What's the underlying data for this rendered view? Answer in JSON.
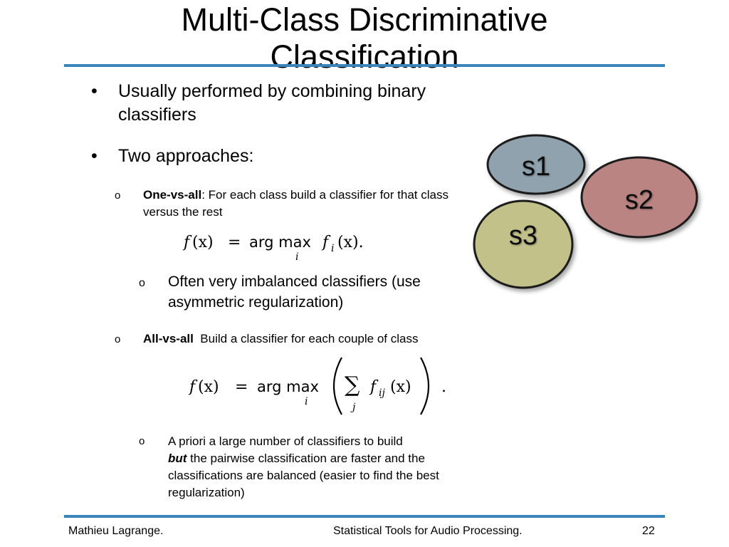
{
  "slide": {
    "title_line1": "Multi-Class Discriminative",
    "title_line2": "Classification"
  },
  "bullets": {
    "mark": "•",
    "sub_mark": "o",
    "b1": "Usually performed by combining binary classifiers",
    "b2": "Two approaches:",
    "ova_bold": "One-vs-all",
    "ova_rest": ": For each class build a classifier for that class versus the rest",
    "ova_note": "Often very imbalanced classifiers (use asymmetric regularization)",
    "ava_bold": "All-vs-all",
    "ava_rest": "  Build a classifier for each couple of class",
    "ava_note_1": "A priori a large number of classifiers to build",
    "ava_note_but": "but",
    "ava_note_2": " the pairwise classification are faster and the classifications are balanced (easier to find the best regularization)"
  },
  "formulas": {
    "f1_fx": "f",
    "f1_x": "(x)",
    "f1_eq": "=",
    "f1_arg": "arg max",
    "f1_sub": "i",
    "f1_fi": "f",
    "f1_fi_sub": "i",
    "f1_x2": "(x).",
    "f2_fx": "f",
    "f2_x": "(x)",
    "f2_eq": "=",
    "f2_arg": "arg max",
    "f2_sub": "i",
    "f2_sum": "∑",
    "f2_sum_sub": "j",
    "f2_fij": "f",
    "f2_fij_sub": "ij",
    "f2_x2": "(x)",
    "f2_dot": "."
  },
  "diagram": {
    "s1": "s1",
    "s2": "s2",
    "s3": "s3",
    "colors": {
      "s1": "#8fa2ae",
      "s2": "#b98481",
      "s3": "#c3c18a",
      "outline": "#1a1a1a"
    }
  },
  "footer": {
    "author": "Mathieu Lagrange.",
    "course": "Statistical Tools for Audio Processing.",
    "page": "22"
  },
  "theme": {
    "accent": "#3a86bc"
  }
}
